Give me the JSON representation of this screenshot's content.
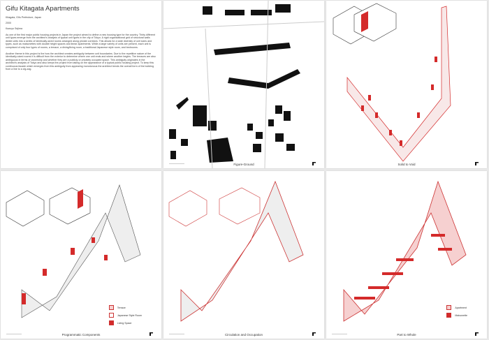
{
  "title": "Gifu Kitagata Apartments",
  "location": "Kitagata, Gifu Prefecture, Japan",
  "year": "2000",
  "architect": "Kazuyo Sejima",
  "paragraphs": [
    "As one of the first major public housing projects in Japan the project aimed to define a new housing type for the country. Thirty different unit types emerge from the architect's analysis of typical unit types in the city of Tokyo. A rigid organizational grid of structural walls divide units into a series of identically-sized rooms arranged along private corridors. This allows for a wide diversity of unit sizes and types, such as maisonettes with double height spaces and linear apartments. While a large variety of units are present, each unit is comprised of only four types of rooms, a terrace, a dining/living room, a traditional Japanese style room, and bedrooms.",
    "Another theme in this project is the how the architect creates ambiguity between unit boundaries. Due to the repetitive nature of the identically-sized rooms it is difficult from the exterior to determine where one unit ends and where another begins. The terraces are also ambiguous in terms of ownership and whether they are a publicly or privately occupied space. This ambiguity originates in the architect's analysis of Tokyo and also keeps the project from taking on the appearance of a typical public housing project. To keep this continuous facade which emerges from this ambiguity from appearing monotonous the architect bends the overall form of the building from a line to a zig-zag."
  ],
  "captions": {
    "figure_ground": "Figure-Ground",
    "solid_void": "Solid to Void",
    "programmatic": "Programmatic Components",
    "circulation": "Circulation and Occupation",
    "part_whole": "Part to Whole"
  },
  "legend_program": [
    {
      "label": "Terrace",
      "color": "#f6d0d0"
    },
    {
      "label": "Japanese Style Room",
      "color": "#ffffff"
    },
    {
      "label": "Living Space",
      "color": "#d42a2a"
    }
  ],
  "legend_part": [
    {
      "label": "Apartment",
      "color": "#f6d0d0"
    },
    {
      "label": "Maisonette",
      "color": "#d42a2a"
    }
  ],
  "colors": {
    "accent": "#d42a2a"
  }
}
